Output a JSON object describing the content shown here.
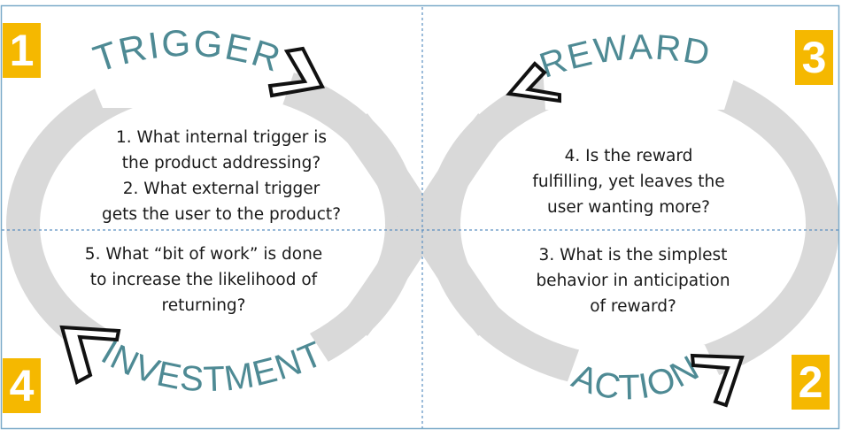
{
  "colors": {
    "loop": "#d9d9d9",
    "word_text": "#4e8a94",
    "badge": "#f5b800",
    "frame": "#7aaac8",
    "divider": "#5b8fc0",
    "arrow": "#111111"
  },
  "stages": {
    "trigger": {
      "word": "TRIGGER",
      "number": "1"
    },
    "action": {
      "word": "ACTION",
      "number": "2"
    },
    "reward": {
      "word": "REWARD",
      "number": "3"
    },
    "investment": {
      "word": "INVESTMENT",
      "number": "4"
    }
  },
  "questions": {
    "trigger": [
      "1. What internal trigger is",
      "the product addressing?",
      "2. What external trigger",
      "gets the user to the product?"
    ],
    "reward": [
      "4. Is the reward",
      "fulfilling, yet leaves the",
      "user wanting more?"
    ],
    "investment": [
      "5. What “bit of work” is done",
      "to increase the likelihood of",
      "returning?"
    ],
    "action": [
      "3. What is the simplest",
      "behavior in anticipation",
      "of reward?"
    ]
  },
  "icons": {
    "trigger_arrow": "chevron-arrow-icon",
    "reward_arrow": "chevron-arrow-icon",
    "investment_arrow": "chevron-arrow-icon",
    "action_arrow": "chevron-arrow-icon"
  }
}
